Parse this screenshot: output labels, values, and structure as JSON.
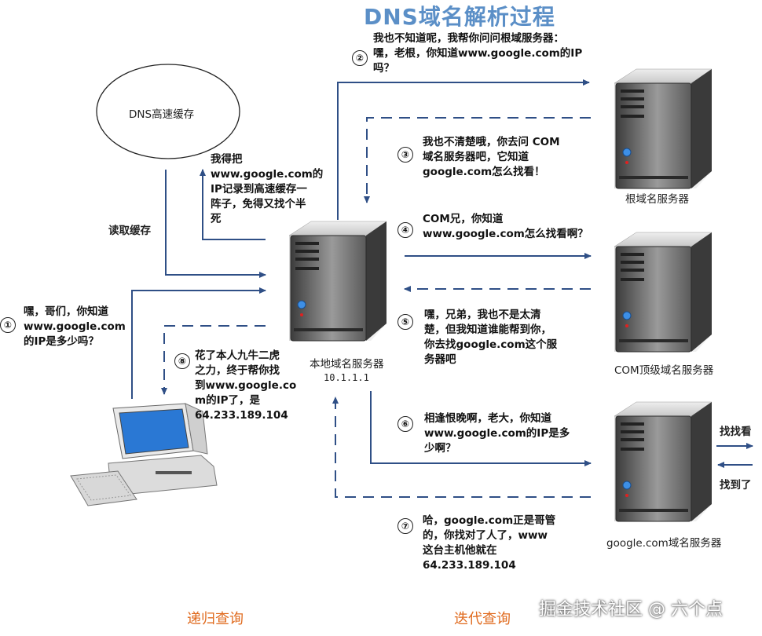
{
  "title": "DNS域名解析过程",
  "cache": {
    "label": "DNS高速缓存"
  },
  "labels": {
    "read_cache": "读取缓存",
    "record_cache": "我得把\nwww.google.com的\nIP记录到高速缓存一\n阵子，免得又找个半\n死",
    "client_ask": "嘿，哥们，你知道\nwww.google.com\n的IP是多少吗？",
    "local_server_name": "本地域名服务器",
    "local_server_ip": "10.1.1.1",
    "root_server_name": "根域名服务器",
    "com_server_name": "COM顶级域名服务器",
    "google_server_name": "google.com域名服务器"
  },
  "messages": [
    {
      "num": "②",
      "text": "我也不知道呢，我帮你问问根域服务器：\n嘿，老根，你知道www.google.com的IP\n吗？"
    },
    {
      "num": "③",
      "text": "我也不清楚哦，你去问  COM\n域名服务器吧，它知道\ngoogle.com怎么找看！"
    },
    {
      "num": "④",
      "text": "COM兄，你知道\nwww.google.com怎么找看啊？"
    },
    {
      "num": "⑤",
      "text": "嘿，兄弟，我也不是太清\n楚，但我知道谁能帮到你，\n你去找google.com这个服\n务器吧"
    },
    {
      "num": "⑥",
      "text": "相逢恨晚啊，老大，你知道\nwww.google.com的IP是多\n少啊？"
    },
    {
      "num": "⑦",
      "text": "哈，google.com正是哥管\n的，你找对了人了，www\n这台主机他就在\n64.233.189.104"
    },
    {
      "num": "⑧",
      "text": "花了本人九牛二虎\n之力，终于帮你找\n到www.google.co\nm的IP了，是\n64.233.189.104"
    }
  ],
  "client_num": "①",
  "side": {
    "find": "找找看",
    "found": "找到了"
  },
  "bottom": {
    "recursive": "递归查询",
    "iterative": "迭代查询"
  },
  "watermark": "掘金技术社区 @ 六个点",
  "colors": {
    "arrow": "#2f4f86",
    "title": "#5b8fc7",
    "bottom_label": "#e06b1f"
  }
}
